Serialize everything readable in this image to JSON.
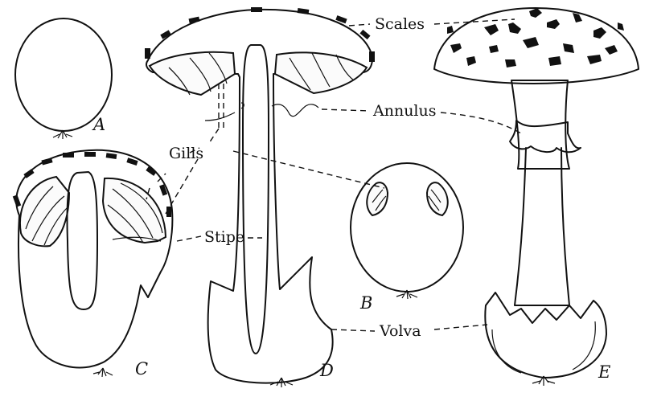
{
  "labels": {
    "scales": "Scales",
    "annulus": "Annulus",
    "gills": "Gills",
    "stipe": "Stipe",
    "volva": "Volva"
  },
  "stages": {
    "a": "A",
    "b": "B",
    "c": "C",
    "d": "D",
    "e": "E"
  }
}
